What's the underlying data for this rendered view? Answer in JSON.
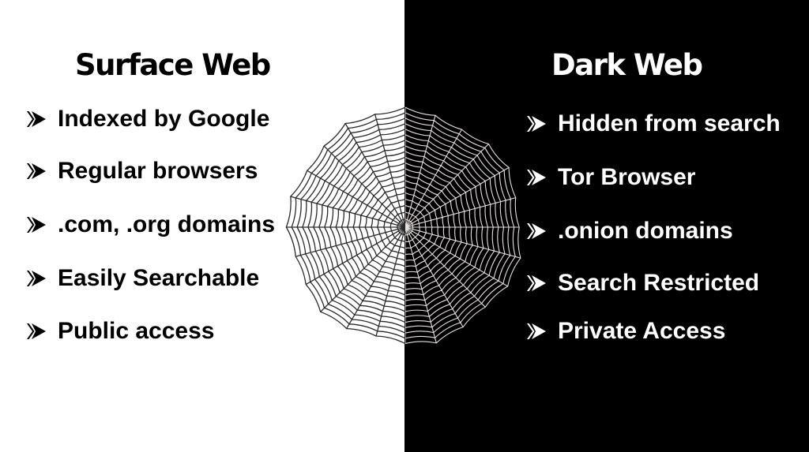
{
  "colors": {
    "left_background": "#ffffff",
    "right_background": "#000000",
    "left_text": "#000000",
    "right_text": "#ffffff"
  },
  "left": {
    "title": "Surface Web",
    "bullet_icon": "double-chevron-arrow-icon",
    "items": [
      {
        "label": "Indexed by Google"
      },
      {
        "label": "Regular browsers"
      },
      {
        "label": ".com, .org domains"
      },
      {
        "label": "Easily Searchable"
      },
      {
        "label": "Public access"
      }
    ]
  },
  "right": {
    "title": "Dark Web",
    "bullet_icon": "double-chevron-arrow-icon",
    "items": [
      {
        "label": "Hidden from search"
      },
      {
        "label": "Tor Browser"
      },
      {
        "label": ".onion domains"
      },
      {
        "label": "Search Restricted"
      },
      {
        "label": "Private Access"
      }
    ]
  },
  "center_graphic": {
    "icon": "spider-web-icon"
  }
}
